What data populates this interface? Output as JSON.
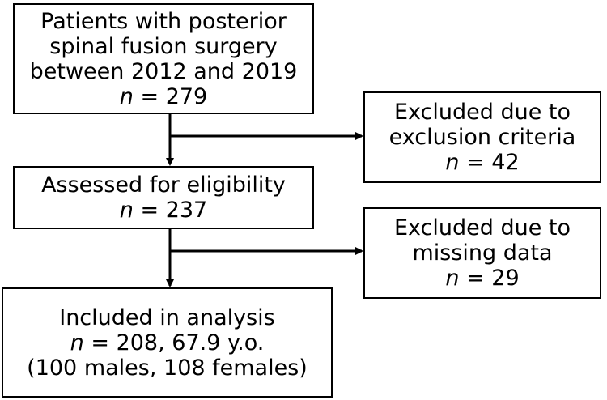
{
  "flow": {
    "n_symbol": "n",
    "patients": {
      "lines": [
        "Patients with posterior",
        "spinal fusion surgery",
        "between 2012 and 2019"
      ],
      "count": "= 279"
    },
    "excluded_criteria": {
      "lines": [
        "Excluded due to",
        "exclusion criteria"
      ],
      "count": "= 42"
    },
    "assessed": {
      "lines": [
        "Assessed for eligibility"
      ],
      "count": "= 237"
    },
    "excluded_missing": {
      "lines": [
        "Excluded due to",
        "missing data"
      ],
      "count": "= 29"
    },
    "included": {
      "line1": "Included in analysis",
      "count": "= 208, 67.9 y.o.",
      "line3": "(100 males, 108 females)"
    }
  },
  "colors": {
    "stroke": "#000000",
    "background": "#ffffff"
  }
}
